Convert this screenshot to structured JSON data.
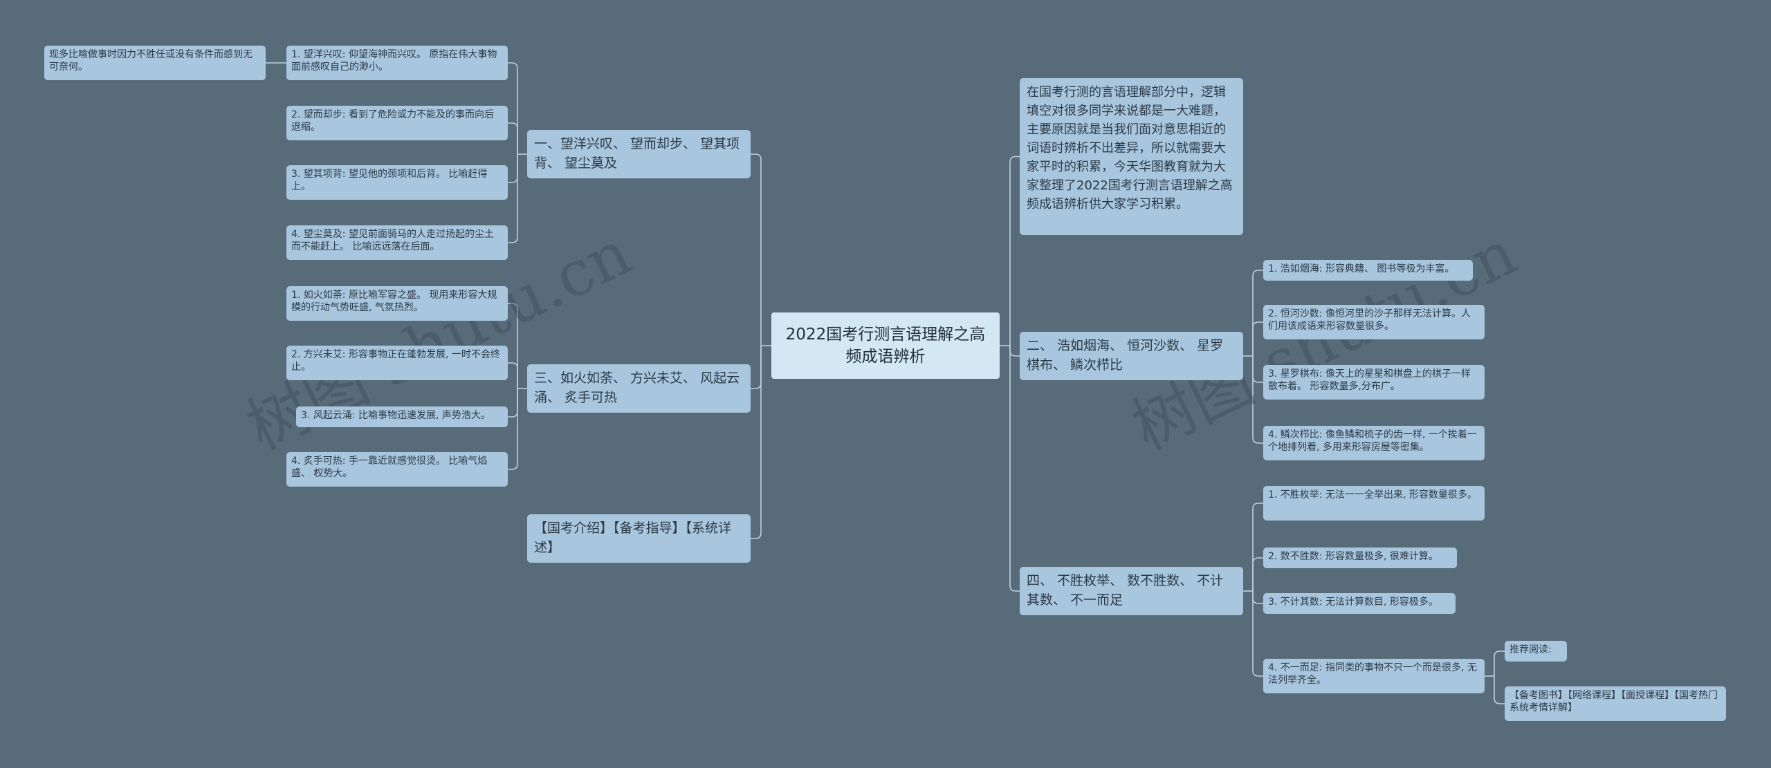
{
  "root": {
    "title": "2022国考行测言语理解之高频成语辨析"
  },
  "left": {
    "sec1": {
      "label": "一、望洋兴叹、 望而却步、 望其项背、 望尘莫及",
      "items": [
        "1. 望洋兴叹: 仰望海神而兴叹。 原指在伟大事物面前感叹自己的渺小。",
        "2. 望而却步: 看到了危险或力不能及的事而向后退缩。",
        "3. 望其项背: 望见他的颈项和后背。 比喻赶得上。",
        "4. 望尘莫及: 望见前面骑马的人走过扬起的尘土而不能赶上。 比喻远远落在后面。"
      ],
      "extra": "现多比喻做事时因力不胜任或没有条件而感到无可奈何。"
    },
    "sec3": {
      "label": "三、如火如荼、 方兴未艾、 风起云涌、 炙手可热",
      "items": [
        "1. 如火如荼: 原比喻军容之盛。 现用来形容大规模的行动气势旺盛, 气氛热烈。",
        "2. 方兴未艾: 形容事物正在蓬勃发展, 一时不会终止。",
        "3. 风起云涌: 比喻事物迅速发展, 声势浩大。",
        "4. 炙手可热: 手一靠近就感觉很烫。 比喻气焰盛、 权势大。"
      ]
    },
    "links": {
      "label": "【国考介绍】【备考指导】【系统详述】"
    }
  },
  "right": {
    "intro": {
      "label": "在国考行测的言语理解部分中，逻辑填空对很多同学来说都是一大难题，主要原因就是当我们面对意思相近的词语时辨析不出差异，所以就需要大家平时的积累，今天华图教育就为大家整理了2022国考行测言语理解之高频成语辨析供大家学习积累。"
    },
    "sec2": {
      "label": "二、 浩如烟海、 恒河沙数、 星罗棋布、 鳞次栉比",
      "items": [
        "1. 浩如烟海: 形容典籍、 图书等极为丰富。",
        "2. 恒河沙数: 像恒河里的沙子那样无法计算。人们用该成语来形容数量很多。",
        "3. 星罗棋布: 像天上的星星和棋盘上的棋子一样散布着。 形容数量多,分布广。",
        "4. 鳞次栉比: 像鱼鳞和梳子的齿一样, 一个挨着一个地排列着, 多用来形容房屋等密集。"
      ]
    },
    "sec4": {
      "label": "四、 不胜枚举、 数不胜数、 不计其数、 不一而足",
      "items": [
        "1. 不胜枚举: 无法一一全举出来, 形容数量很多。",
        "2. 数不胜数: 形容数量极多, 很难计算。",
        "3. 不计其数: 无法计算数目, 形容极多。",
        "4. 不一而足: 指同类的事物不只一个而是很多, 无法列举齐全。"
      ],
      "reading_label": "推荐阅读:",
      "reading_links": "【备考图书】【网络课程】【面授课程】【国考热门系统考情详解】"
    }
  },
  "watermark": {
    "text1": "树图 shutu.cn",
    "text2": "树图 shutu.cn"
  },
  "colors": {
    "background": "#586b79",
    "node": "#a9c6df",
    "root": "#d4e8f4",
    "line": "#b8d2e4"
  }
}
